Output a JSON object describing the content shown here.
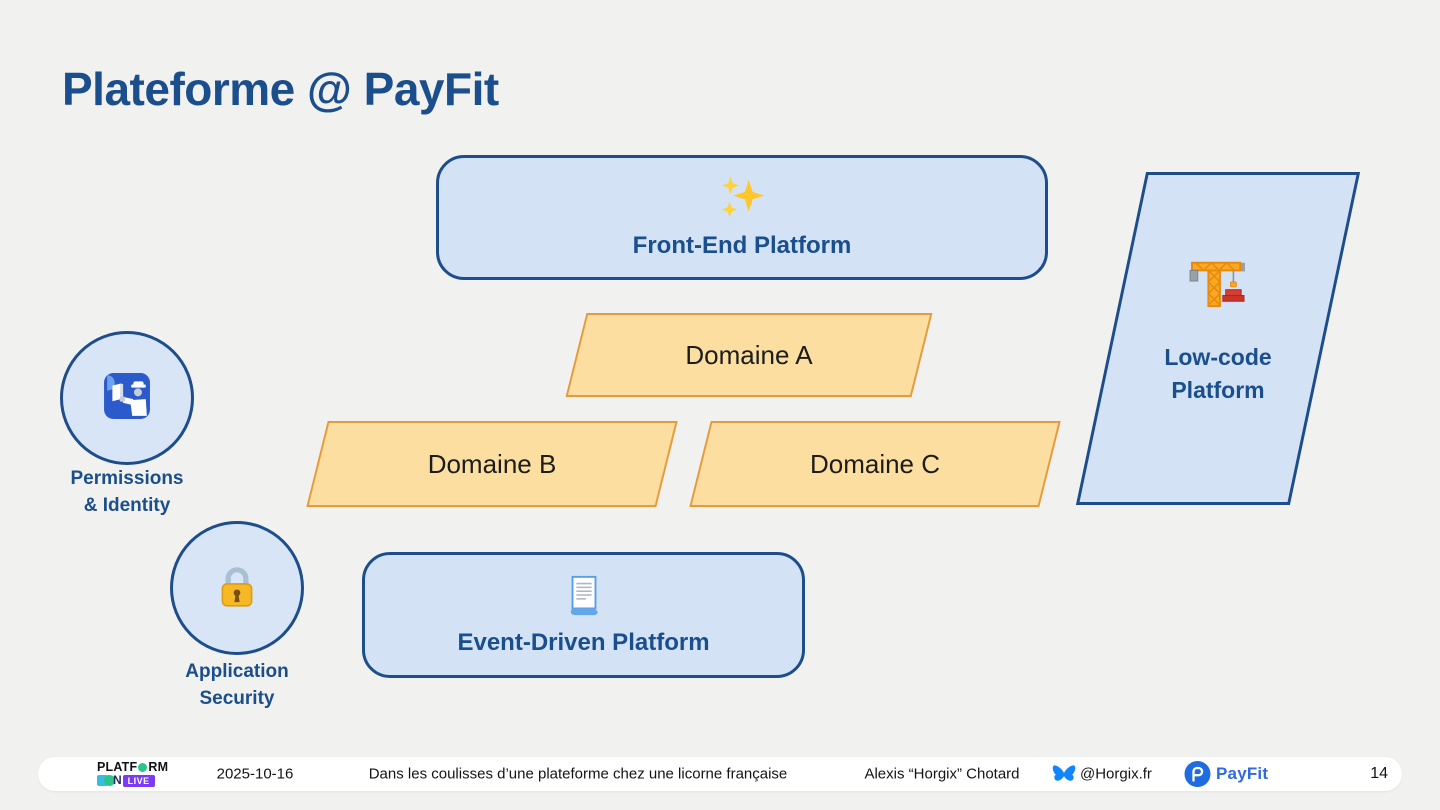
{
  "slide": {
    "title": "Plateforme @ PayFit"
  },
  "diagram": {
    "front_end": {
      "label": "Front-End Platform",
      "icon": "sparkles-icon"
    },
    "event_driven": {
      "label": "Event-Driven Platform",
      "icon": "receipt-icon"
    },
    "low_code": {
      "line1": "Low-code",
      "line2": "Platform",
      "icon": "crane-icon"
    },
    "domains": [
      {
        "label": "Domaine A"
      },
      {
        "label": "Domaine B"
      },
      {
        "label": "Domaine C"
      }
    ],
    "permissions": {
      "line1": "Permissions",
      "line2": "& Identity",
      "icon": "passport-control-icon"
    },
    "app_security": {
      "line1": "Application",
      "line2": "Security",
      "icon": "lock-icon"
    }
  },
  "footer": {
    "conference_logo": {
      "word_pre": "PLATF",
      "word_post": "RM",
      "con_letter": "N",
      "live": "LIVE"
    },
    "date": "2025-10-16",
    "talk_title": "Dans les coulisses d’une plateforme chez une licorne française",
    "speaker": "Alexis “Horgix” Chotard",
    "bluesky_handle": "@Horgix.fr",
    "payfit_wordmark": "PayFit",
    "page_number": "14"
  },
  "colors": {
    "background": "#F1F1EF",
    "accent_blue": "#1B4E8C",
    "panel_blue_fill": "#D3E3F5",
    "domain_yellow_fill": "#FCDFA0",
    "domain_orange_border": "#E69A3E",
    "payfit_blue": "#2E6BE0",
    "bluesky_blue": "#1185FE",
    "live_purple": "#7B3BF2",
    "logo_green": "#2BC48A"
  }
}
